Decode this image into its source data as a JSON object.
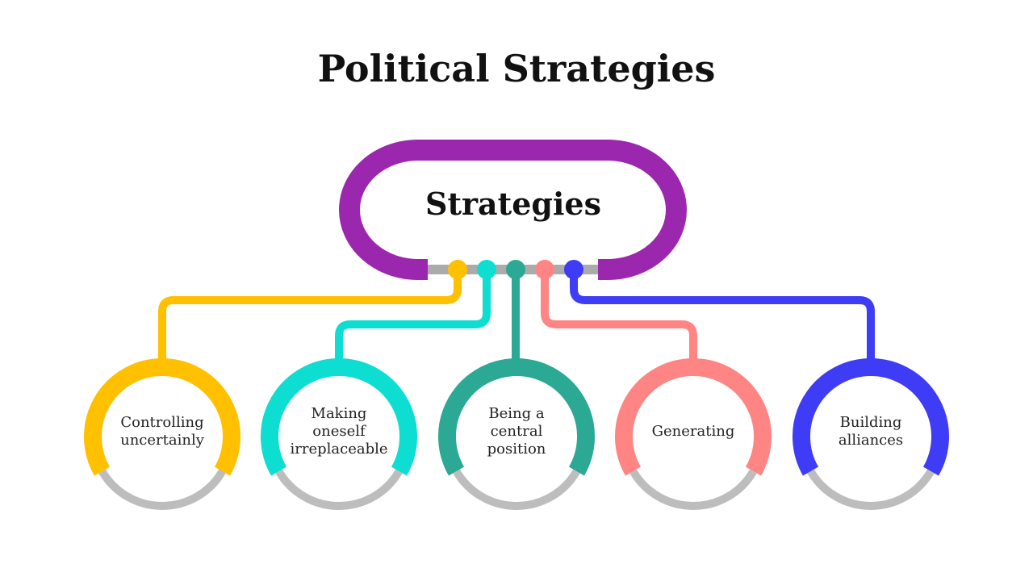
{
  "title": "Political Strategies",
  "hub": {
    "label": "Strategies",
    "color": "#9B27AF"
  },
  "connector_color": "#ABABAB",
  "ring_bottom_color": "#BDBDBD",
  "nodes": [
    {
      "label": "Controlling\nuncertainly",
      "color": "#FFC000"
    },
    {
      "label": "Making\noneself\nirreplaceable",
      "color": "#0EDED2"
    },
    {
      "label": "Being a\ncentral\nposition",
      "color": "#2BA994"
    },
    {
      "label": "Generating",
      "color": "#FF8585"
    },
    {
      "label": "Building\nalliances",
      "color": "#3F3CF6"
    }
  ]
}
